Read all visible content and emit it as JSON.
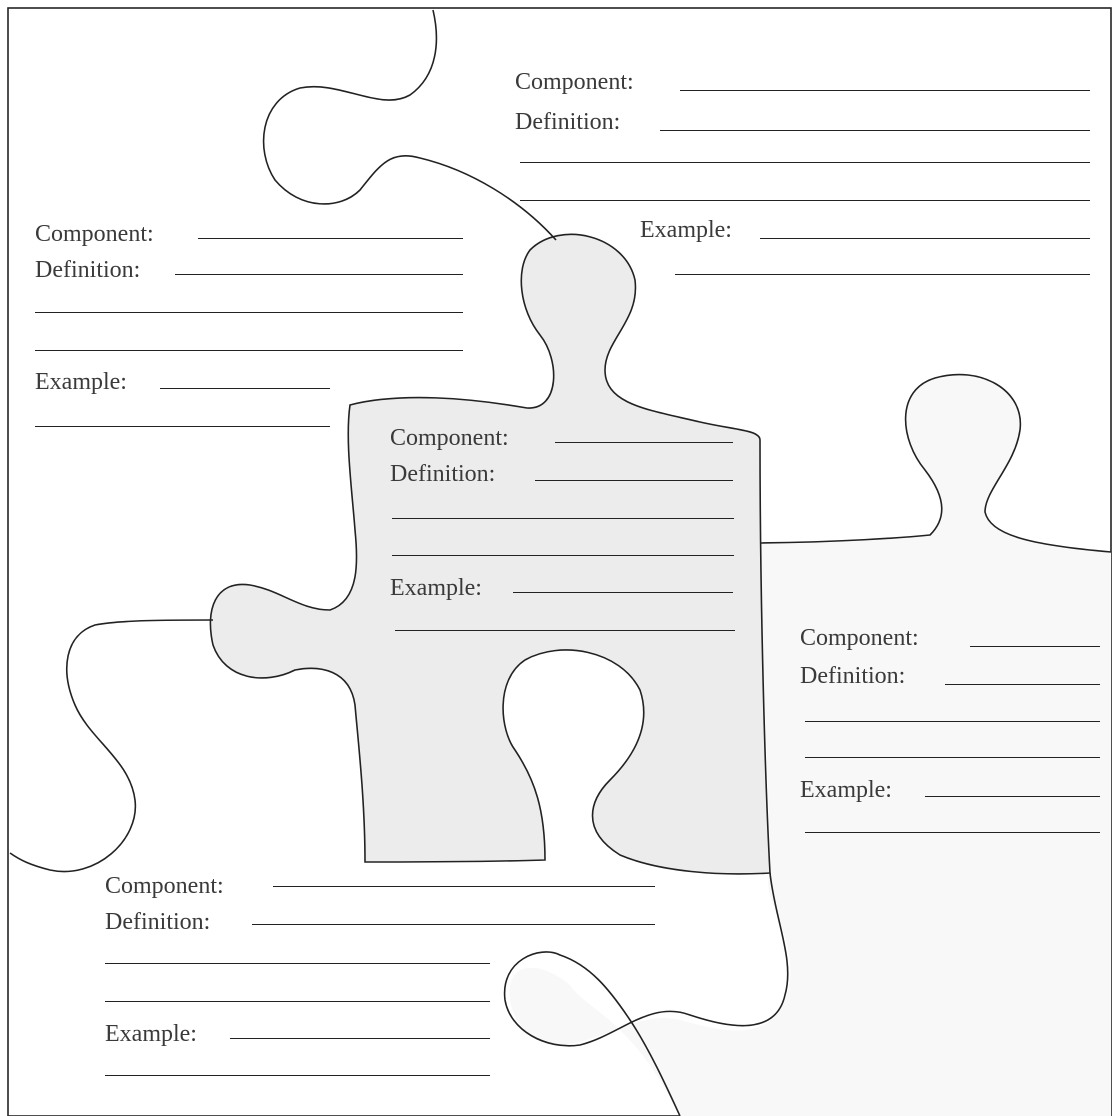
{
  "colors": {
    "outline": "#222222",
    "text": "#3a3a3a",
    "paper": "#ffffff",
    "shaded_piece": "#ececec",
    "light_piece": "#f8f8f8"
  },
  "pieces": [
    {
      "position": "top-right",
      "component_label": "Component:",
      "definition_label": "Definition:",
      "example_label": "Example:",
      "shading": "none"
    },
    {
      "position": "left",
      "component_label": "Component:",
      "definition_label": "Definition:",
      "example_label": "Example:",
      "shading": "none"
    },
    {
      "position": "center",
      "component_label": "Component:",
      "definition_label": "Definition:",
      "example_label": "Example:",
      "shading": "gray"
    },
    {
      "position": "right",
      "component_label": "Component:",
      "definition_label": "Definition:",
      "example_label": "Example:",
      "shading": "light-gray"
    },
    {
      "position": "bottom-left",
      "component_label": "Component:",
      "definition_label": "Definition:",
      "example_label": "Example:",
      "shading": "none"
    }
  ]
}
